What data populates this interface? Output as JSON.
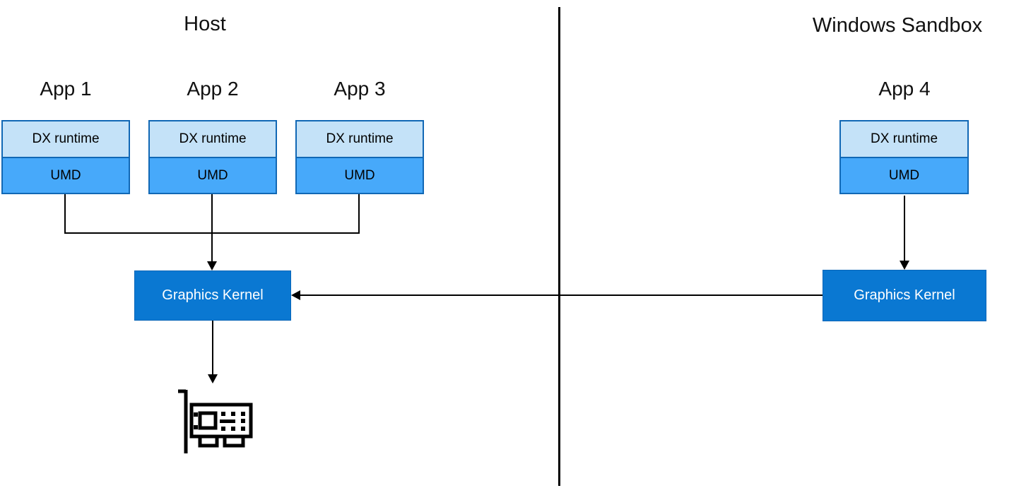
{
  "colors": {
    "dx_fill": "#C4E2F8",
    "umd_fill": "#47A9FA",
    "app_border": "#1168B5",
    "kernel_fill": "#0A78D2",
    "kernel_border": "#0A66B8",
    "kernel_text": "#FFFFFF",
    "line_color": "#000000"
  },
  "sections": {
    "host": {
      "title": "Host",
      "apps": [
        {
          "label": "App 1",
          "layers": [
            "DX runtime",
            "UMD"
          ]
        },
        {
          "label": "App 2",
          "layers": [
            "DX runtime",
            "UMD"
          ]
        },
        {
          "label": "App 3",
          "layers": [
            "DX runtime",
            "UMD"
          ]
        }
      ],
      "kernel_label": "Graphics Kernel",
      "gpu_icon": "graphics-card-icon"
    },
    "sandbox": {
      "title": "Windows Sandbox",
      "apps": [
        {
          "label": "App 4",
          "layers": [
            "DX runtime",
            "UMD"
          ]
        }
      ],
      "kernel_label": "Graphics Kernel"
    }
  }
}
